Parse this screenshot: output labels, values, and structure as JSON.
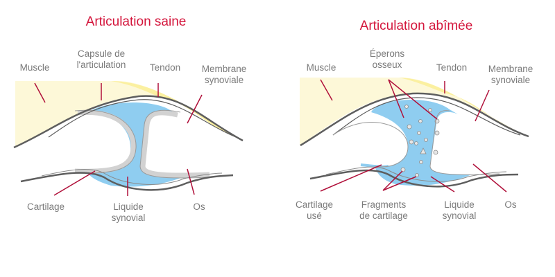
{
  "colors": {
    "title": "#d4163c",
    "label": "#7a7a7a",
    "pointer": "#b0103a",
    "fluid": "#8fcdf0",
    "cartilage": "#d6d6d6",
    "muscle": "#fdf8d8",
    "tendon": "#fbf0a0",
    "bone_line": "#5e5e5e"
  },
  "healthy": {
    "title": "Articulation saine",
    "labels": {
      "muscle": "Muscle",
      "capsule": [
        "Capsule de",
        "l'articulation"
      ],
      "tendon": "Tendon",
      "membrane": [
        "Membrane",
        "synoviale"
      ],
      "cartilage": "Cartilage",
      "liquid": [
        "Liquide",
        "synovial"
      ],
      "bone": "Os"
    }
  },
  "damaged": {
    "title": "Articulation abîmée",
    "labels": {
      "muscle": "Muscle",
      "spurs": [
        "Éperons",
        "osseux"
      ],
      "tendon": "Tendon",
      "membrane": [
        "Membrane",
        "synoviale"
      ],
      "cartilage": [
        "Cartilage",
        "usé"
      ],
      "fragments": [
        "Fragments",
        "de cartilage"
      ],
      "liquid": [
        "Liquide",
        "synovial"
      ],
      "bone": "Os"
    }
  }
}
